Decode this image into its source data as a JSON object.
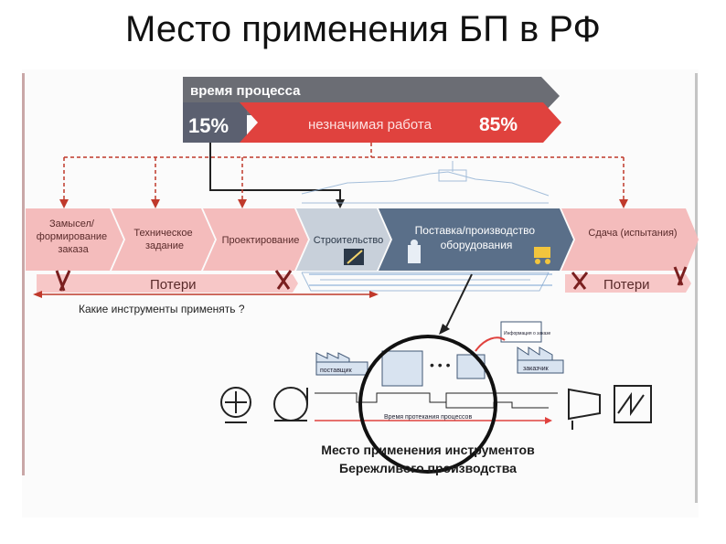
{
  "title": "Место применения БП в РФ",
  "header": {
    "process_time": "время процесса",
    "pct_value_added": "15%",
    "non_value_label": "незначимая работа",
    "pct_non_value": "85%"
  },
  "stages": [
    {
      "lines": [
        "Замысел/",
        "формирование",
        "заказа"
      ]
    },
    {
      "lines": [
        "Техническое",
        "задание"
      ]
    },
    {
      "lines": [
        "Проектирование"
      ]
    },
    {
      "lines": [
        "Строительство"
      ]
    },
    {
      "lines": [
        "Поставка/производство",
        "оборудования"
      ]
    },
    {
      "lines": [
        "Сдача (испытания)"
      ]
    }
  ],
  "losses_left": "Потери",
  "losses_right": "Потери",
  "tools_question": "Какие инструменты применять ?",
  "vsm": {
    "supplier": "поставщик",
    "customer": "заказчик",
    "info_flow": "Информация о заказе",
    "lead_time_label": "Время протекания процессов"
  },
  "caption_line1": "Место применения инструментов",
  "caption_line2": "Бережливого производства",
  "colors": {
    "grey_bar": "#6e7077",
    "red_bar": "#e0423e",
    "pink_stage": "#f4bcbc",
    "blue_stage": "#5a6f89",
    "dashed_red": "#c0392b"
  }
}
